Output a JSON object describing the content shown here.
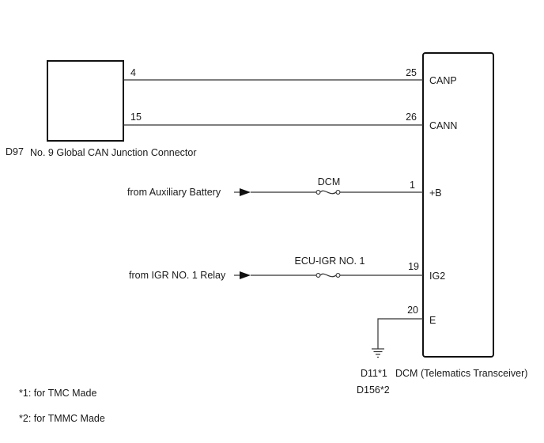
{
  "junction_connector": {
    "code": "D97",
    "name": "No. 9 Global CAN Junction Connector",
    "pin_canp": "4",
    "pin_cann": "15"
  },
  "dcm": {
    "code_tmc": "D11*1",
    "code_tmmc": "D156*2",
    "name": "DCM (Telematics Transceiver)",
    "pins": {
      "canp": {
        "number": "25",
        "label": "CANP"
      },
      "cann": {
        "number": "26",
        "label": "CANN"
      },
      "b": {
        "number": "1",
        "label": "+B"
      },
      "ig2": {
        "number": "19",
        "label": "IG2"
      },
      "e": {
        "number": "20",
        "label": "E"
      }
    }
  },
  "sources": {
    "aux_battery": "from Auxiliary Battery",
    "igr_relay": "from IGR NO. 1 Relay"
  },
  "fuses": {
    "dcm": "DCM",
    "ecu_igr": "ECU-IGR NO. 1"
  },
  "notes": {
    "n1": "*1: for TMC Made",
    "n2": "*2: for TMMC Made"
  }
}
